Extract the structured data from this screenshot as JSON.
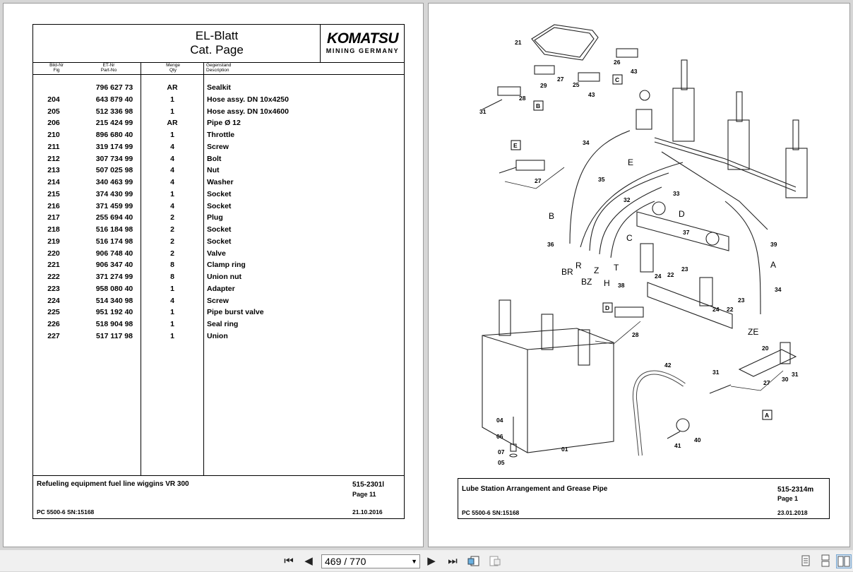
{
  "left_page": {
    "title_line1": "EL-Blatt",
    "title_line2": "Cat. Page",
    "logo": {
      "brand": "KOMATSU",
      "subtitle": "MINING GERMANY"
    },
    "columns": {
      "fig": [
        "Bild-Nr",
        "Fig"
      ],
      "part": [
        "ET-Nr",
        "Part-No"
      ],
      "qty": [
        "Menge",
        "Qty"
      ],
      "desc": [
        "Gegenstand",
        "Description"
      ]
    },
    "rows": [
      {
        "fig": "",
        "part": "796 627 73",
        "qty": "AR",
        "desc": "Sealkit"
      },
      {
        "fig": "204",
        "part": "643 879 40",
        "qty": "1",
        "desc": "Hose assy. DN 10x4250"
      },
      {
        "fig": "205",
        "part": "512 336 98",
        "qty": "1",
        "desc": "Hose assy. DN 10x4600"
      },
      {
        "fig": "206",
        "part": "215 424 99",
        "qty": "AR",
        "desc": "Pipe Ø 12"
      },
      {
        "fig": "210",
        "part": "896 680 40",
        "qty": "1",
        "desc": "Throttle"
      },
      {
        "fig": "211",
        "part": "319 174 99",
        "qty": "4",
        "desc": "Screw"
      },
      {
        "fig": "212",
        "part": "307 734 99",
        "qty": "4",
        "desc": "Bolt"
      },
      {
        "fig": "213",
        "part": "507 025 98",
        "qty": "4",
        "desc": "Nut"
      },
      {
        "fig": "214",
        "part": "340 463 99",
        "qty": "4",
        "desc": "Washer"
      },
      {
        "fig": "215",
        "part": "374 430 99",
        "qty": "1",
        "desc": "Socket"
      },
      {
        "fig": "216",
        "part": "371 459 99",
        "qty": "4",
        "desc": "Socket"
      },
      {
        "fig": "217",
        "part": "255 694 40",
        "qty": "2",
        "desc": "Plug"
      },
      {
        "fig": "218",
        "part": "516 184 98",
        "qty": "2",
        "desc": "Socket"
      },
      {
        "fig": "219",
        "part": "516 174 98",
        "qty": "2",
        "desc": "Socket"
      },
      {
        "fig": "220",
        "part": "906 748 40",
        "qty": "2",
        "desc": "Valve"
      },
      {
        "fig": "221",
        "part": "906 347 40",
        "qty": "8",
        "desc": "Clamp ring"
      },
      {
        "fig": "222",
        "part": "371 274 99",
        "qty": "8",
        "desc": "Union nut"
      },
      {
        "fig": "223",
        "part": "958 080 40",
        "qty": "1",
        "desc": "Adapter"
      },
      {
        "fig": "224",
        "part": "514 340 98",
        "qty": "4",
        "desc": "Screw"
      },
      {
        "fig": "225",
        "part": "951 192 40",
        "qty": "1",
        "desc": "Pipe burst valve"
      },
      {
        "fig": "226",
        "part": "518 904 98",
        "qty": "1",
        "desc": "Seal ring"
      },
      {
        "fig": "227",
        "part": "517 117 98",
        "qty": "1",
        "desc": "Union"
      }
    ],
    "footer": {
      "description": "Refueling equipment fuel line wiggins VR 300",
      "doc_number": "515-2301l",
      "page": "Page 11",
      "model": "PC 5500-6 SN:15168",
      "date": "21.10.2016"
    }
  },
  "right_page": {
    "drawing_labels": [
      "21",
      "26",
      "43",
      "C",
      "27",
      "29",
      "25",
      "43",
      "28",
      "B",
      "31",
      "34",
      "E",
      "27",
      "35",
      "33",
      "32",
      "E",
      "D",
      "B",
      "36",
      "37",
      "C",
      "BR",
      "R",
      "Z",
      "T",
      "BZ",
      "H",
      "38",
      "24",
      "22",
      "23",
      "39",
      "A",
      "34",
      "D",
      "28",
      "24",
      "22",
      "23",
      "ZE",
      "20",
      "31",
      "42",
      "31",
      "27",
      "30",
      "04",
      "06",
      "07",
      "05",
      "01",
      "41",
      "40",
      "A"
    ],
    "footer": {
      "description": "Lube Station Arrangement and Grease Pipe",
      "doc_number": "515-2314m",
      "page": "Page 1",
      "model": "PC 5500-6 SN:15168",
      "date": "23.01.2018"
    }
  },
  "viewer": {
    "page_indicator": "469 / 770",
    "buttons": {
      "first": "⏮",
      "prev": "◀",
      "next": "▶",
      "last": "⏭"
    }
  }
}
